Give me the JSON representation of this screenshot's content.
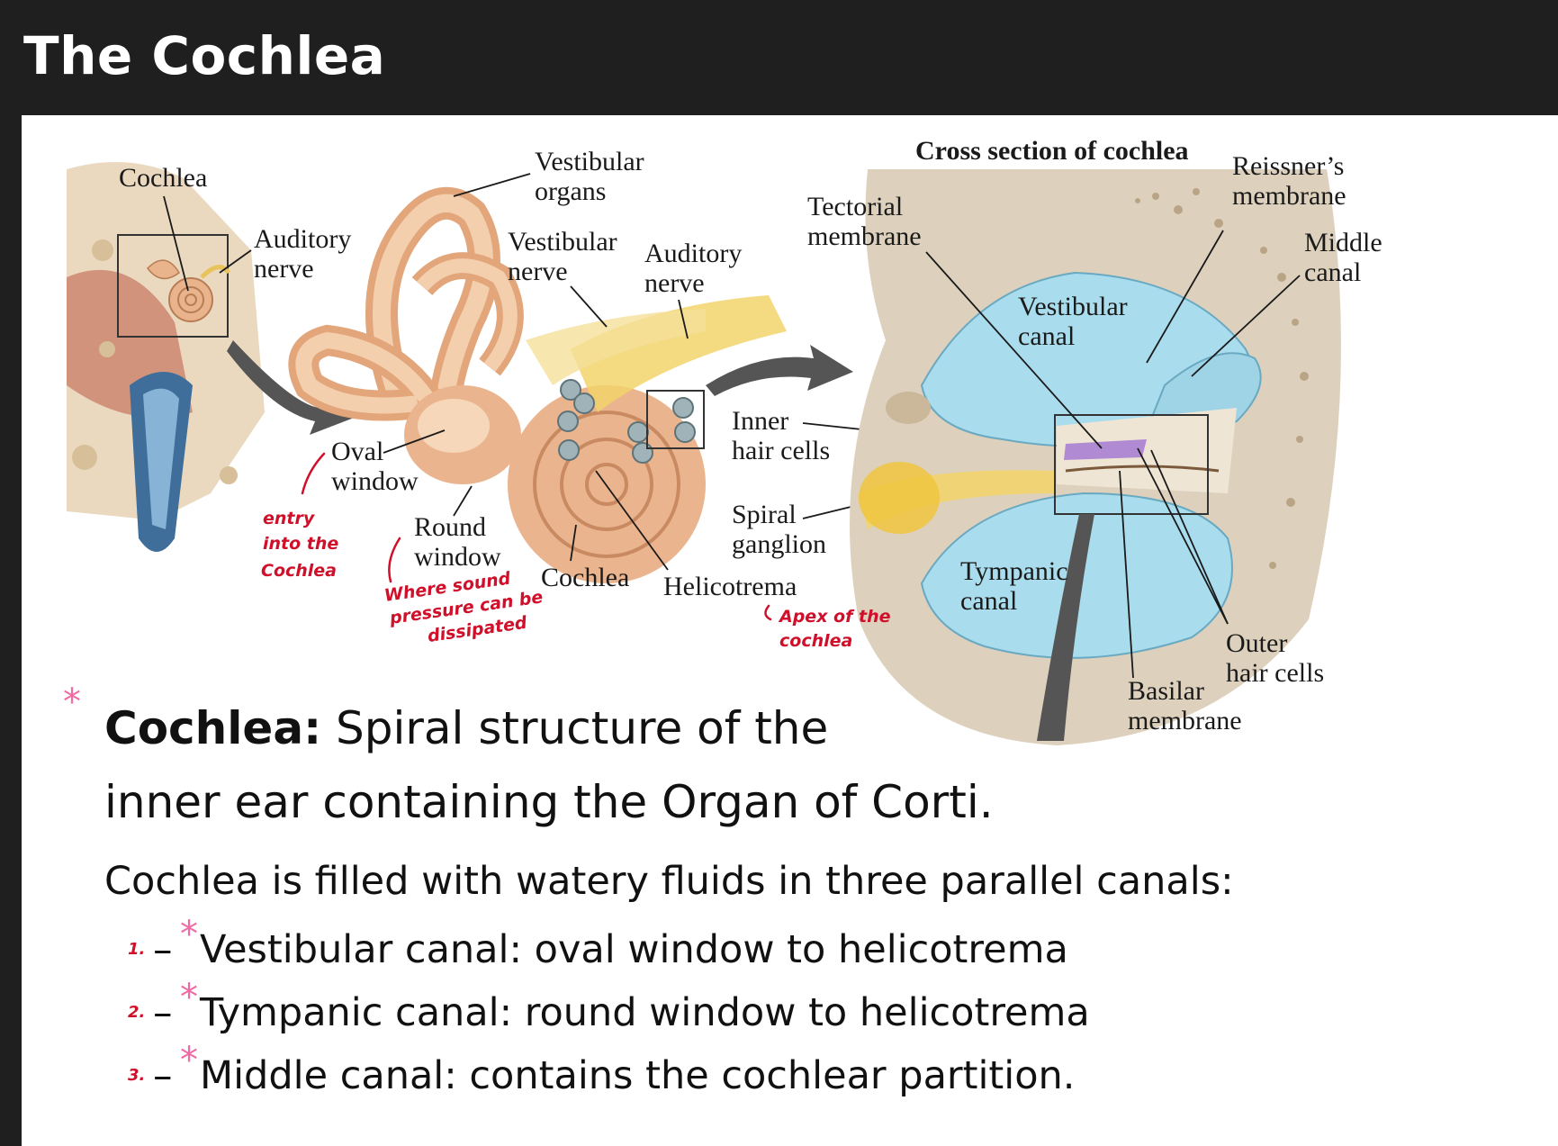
{
  "title": "The Cochlea",
  "figure": {
    "left_labels": {
      "cochlea": "Cochlea",
      "auditory_nerve": [
        "Auditory",
        "nerve"
      ]
    },
    "middle_labels": {
      "vestibular_organs": [
        "Vestibular",
        "organs"
      ],
      "vestibular_nerve": [
        "Vestibular",
        "nerve"
      ],
      "auditory_nerve": [
        "Auditory",
        "nerve"
      ],
      "oval_window": [
        "Oval",
        "window"
      ],
      "round_window": [
        "Round",
        "window"
      ],
      "cochlea": "Cochlea",
      "helicotrema": "Helicotrema",
      "inner_hair_cells": [
        "Inner",
        "hair cells"
      ],
      "spiral_ganglion": [
        "Spiral",
        "ganglion"
      ]
    },
    "cross_section": {
      "title": "Cross section of cochlea",
      "tectorial_membrane": [
        "Tectorial",
        "membrane"
      ],
      "reissners_membrane": [
        "Reissner’s",
        "membrane"
      ],
      "middle_canal": [
        "Middle",
        "canal"
      ],
      "vestibular_canal": [
        "Vestibular",
        "canal"
      ],
      "tympanic_canal": [
        "Tympanic",
        "canal"
      ],
      "outer_hair_cells": [
        "Outer",
        "hair cells"
      ],
      "basilar_membrane": [
        "Basilar",
        "membrane"
      ]
    },
    "handwritten": {
      "oval_note": [
        "entry",
        "into the",
        "Cochlea"
      ],
      "round_note": [
        "Where sound",
        "pressure can be",
        "dissipated"
      ],
      "helicotrema_note": [
        "Apex of the",
        "cochlea"
      ]
    },
    "colors": {
      "bone": "#e6d2b4",
      "fluid": "#a9dcec",
      "nerve": "#f2d36b",
      "ink": "#d0102a",
      "star": "#f06aa3"
    }
  },
  "definition": {
    "term": "Cochlea:",
    "line1": " Spiral structure of the",
    "line2": "inner ear containing the Organ of Corti."
  },
  "intro": "Cochlea is filled with watery fluids in three parallel canals:",
  "canals": [
    {
      "num": "1.",
      "dash": "–",
      "text": "Vestibular canal: oval window to helicotrema"
    },
    {
      "num": "2.",
      "dash": "–",
      "text": "Tympanic canal: round window to helicotrema"
    },
    {
      "num": "3.",
      "dash": "–",
      "text": "Middle canal: contains the cochlear partition."
    }
  ],
  "star_glyph": "*"
}
